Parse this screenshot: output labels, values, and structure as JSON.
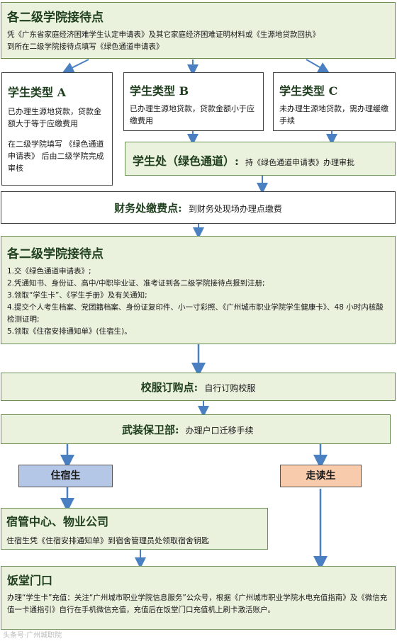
{
  "colors": {
    "green_fill": "#eaf1dd",
    "arrow": "#4a7fc1",
    "resident_fill": "#b4c7e7",
    "commuter_fill": "#f8cbad"
  },
  "step1": {
    "title": "各二级学院接待点",
    "line1": "凭《广东省家庭经济困难学生认定申请表》及其它家庭经济困难证明材料或《生源地贷款回执》",
    "line2": "到所在二级学院接待点填写《绿色通道申请表》"
  },
  "typeA": {
    "title": "学生类型 A",
    "desc": "已办理生源地贷款，贷款金额大于等于应缴费用",
    "note": "在二级学院填写 《绿色通道申请表》 后由二级学院完成审核"
  },
  "typeB": {
    "title": "学生类型 B",
    "desc": "已办理生源地贷款，贷款金额小于应缴费用"
  },
  "typeC": {
    "title": "学生类型 C",
    "desc": "未办理生源地贷款，需办理缓缴手续"
  },
  "student_office": {
    "title": "学生处（绿色通道）:",
    "text": "持《绿色通道申请表》办理审批"
  },
  "finance": {
    "title": "财务处缴费点:",
    "text": "到财务处现场办理点缴费"
  },
  "step2": {
    "title": "各二级学院接待点",
    "items": [
      "1.交《绿色通道申请表》;",
      "2.凭通知书、身份证、高中/中职毕业证、准考证到各二级学院接待点报到注册;",
      "3.领取“学生卡”、《学生手册》及有关通知;",
      "4.提交个人考生档案、党团籍档案、身份证复印件、小一寸彩照、《广州城市职业学院学生健康卡》、48 小时内核酸检测证明;",
      "5.领取《住宿安排通知单》(住宿生)。"
    ]
  },
  "uniform": {
    "title": "校服订购点:",
    "text": "自行订购校服"
  },
  "security": {
    "title": "武装保卫部:",
    "text": "办理户口迁移手续"
  },
  "resident": {
    "label": "住宿生"
  },
  "commuter": {
    "label": "走读生"
  },
  "dorm": {
    "title": "宿管中心、物业公司",
    "text": "住宿生凭《住宿安排通知单》到宿舍管理员处领取宿舍钥匙"
  },
  "canteen": {
    "title": "饭堂门口",
    "text": "办理“学生卡”充值：关注“广州城市职业学院信息服务”公众号，根据《广州城市职业学院水电充值指南》及《微信充值一卡通指引》自行在手机微信充值，充值后在饭堂门口充值机上刷卡激活账户。"
  },
  "watermark": "头条号·广州城职院"
}
